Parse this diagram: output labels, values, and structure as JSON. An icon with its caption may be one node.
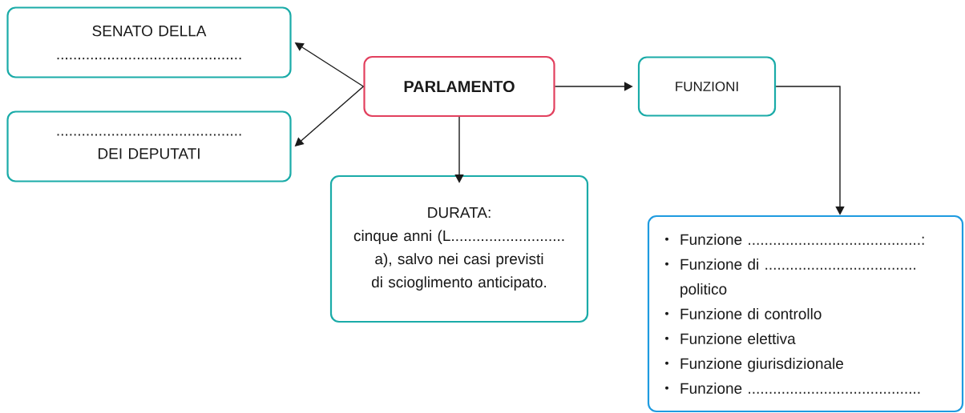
{
  "diagram": {
    "nodes": [
      {
        "text": [
          "SENATO DELLA ............................................"
        ]
      },
      {
        "text": [
          "PARLAMENTO"
        ]
      },
      {
        "text": [
          "FUNZIONI"
        ]
      },
      {
        "text": [
          "............................................ DEI DEPUTATI"
        ]
      },
      {
        "text": [
          "DURATA:",
          "cinque anni (L........................... a), salvo nei casi previsti di scioglimento anticipato."
        ]
      },
      {
        "text": [
          "Funzione .........................................:",
          "Funzione di .................................... politico",
          "Funzione di controllo",
          "Funzione elettiva",
          "Funzione giurisdizionale",
          "Funzione ........................................."
        ]
      }
    ],
    "edges": [
      {
        "from": 1,
        "to": 0,
        "arrow": "to"
      },
      {
        "from": 1,
        "to": 3,
        "arrow": "to"
      },
      {
        "from": 1,
        "to": 2,
        "arrow": "to"
      },
      {
        "from": 1,
        "to": 4,
        "arrow": "to"
      },
      {
        "from": 2,
        "to": 5,
        "arrow": "to"
      }
    ]
  }
}
